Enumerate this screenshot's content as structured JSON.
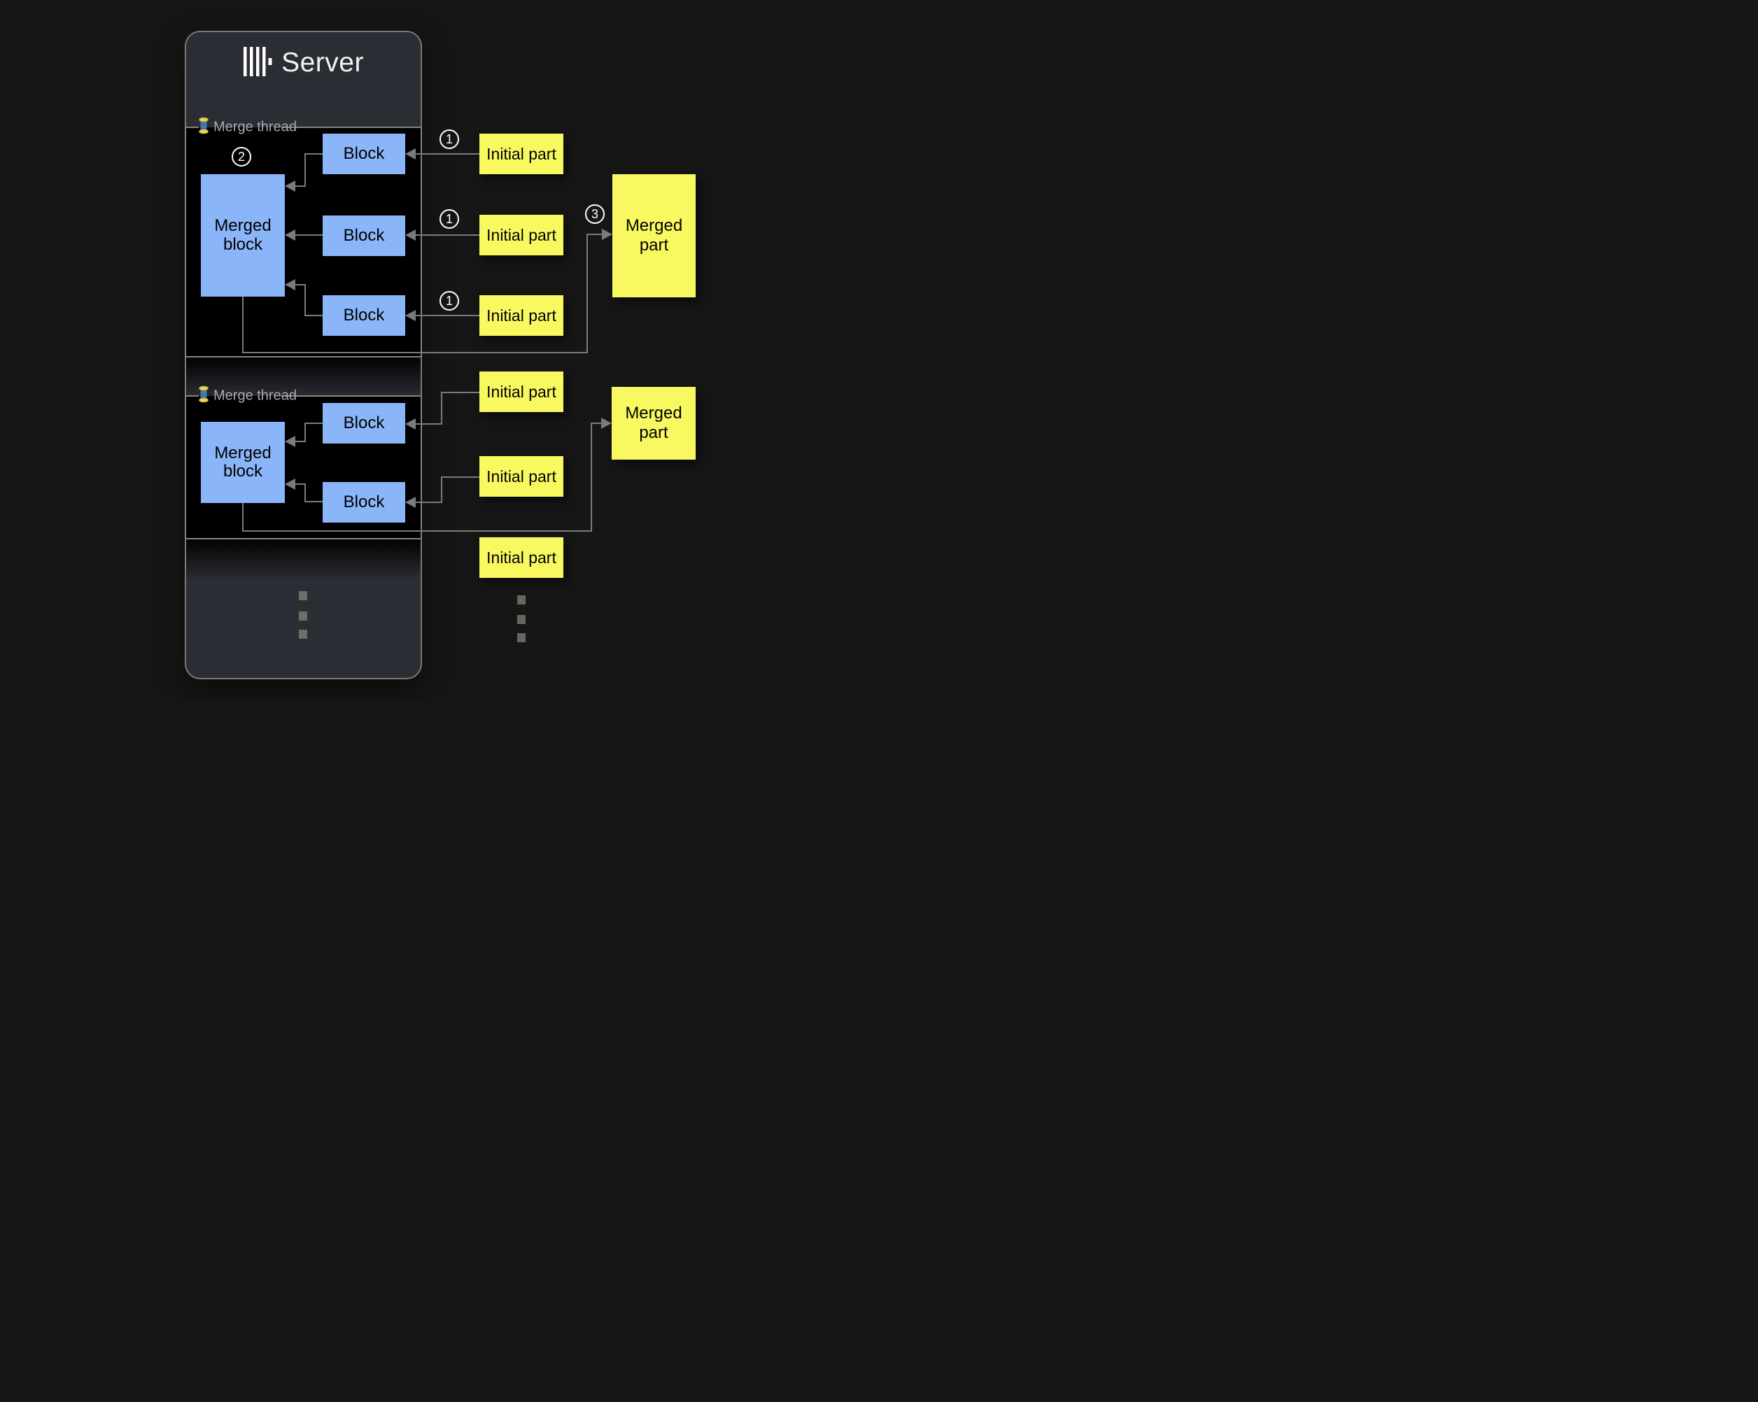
{
  "server": {
    "title": "Server"
  },
  "threads": [
    {
      "label": "Merge thread",
      "merged_block_label": "Merged block",
      "block_labels": [
        "Block",
        "Block",
        "Block"
      ]
    },
    {
      "label": "Merge thread",
      "merged_block_label": "Merged block",
      "block_labels": [
        "Block",
        "Block"
      ]
    }
  ],
  "initial_parts": [
    "Initial part",
    "Initial part",
    "Initial part",
    "Initial part",
    "Initial part",
    "Initial part"
  ],
  "merged_parts": [
    "Merged part",
    "Merged part"
  ],
  "steps": {
    "insert": "1",
    "merge": "2",
    "publish": "3"
  },
  "icons": {
    "logo": "clickhouse-logo",
    "thread": "thread-spool"
  },
  "colors": {
    "background": "#161616",
    "panel": "#2b2d34",
    "thread_box": "#000000",
    "block_blue": "#8ab5f8",
    "part_yellow": "#f8f960",
    "line_grey": "#7b7b7b",
    "border_grey": "#85857a",
    "label_grey": "#a7aaad",
    "step_white": "#ffffff"
  }
}
